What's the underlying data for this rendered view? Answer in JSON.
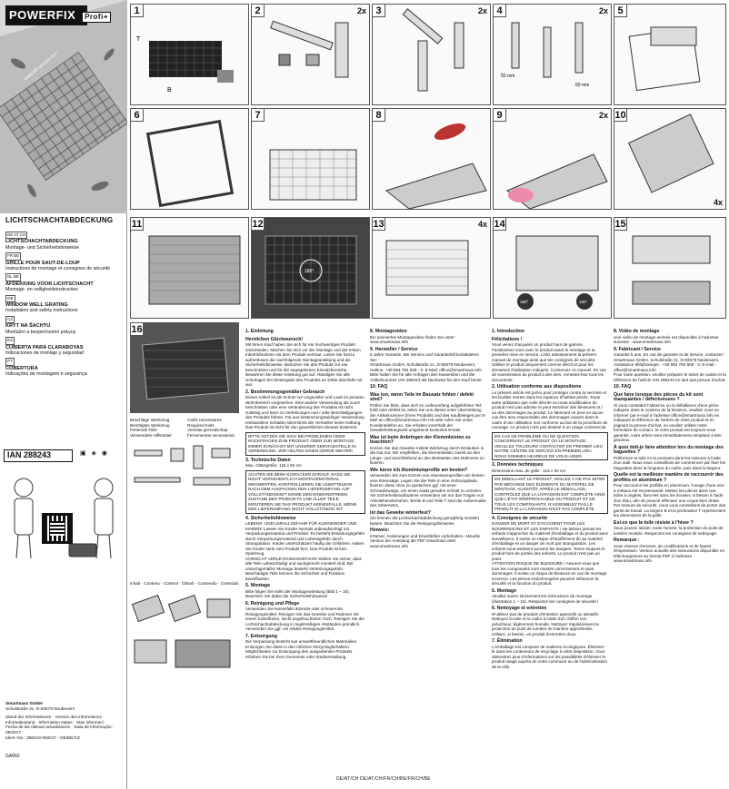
{
  "brand": {
    "name": "POWERFIX",
    "sub": "Profi+",
    "site": "www.lidl-service.com"
  },
  "cover": {
    "title": "LICHTSCHACHTABDECKUNG",
    "languages": [
      {
        "flags": "DE AT CH",
        "title": "LICHTSCHACHTABDECKUNG",
        "sub": "Montage- und Sicherheitshinweise"
      },
      {
        "flags": "FR BE",
        "title": "GRILLE POUR SAUT-DE-LOUP",
        "sub": "Instructions de montage et consignes de sécurité"
      },
      {
        "flags": "NL BE",
        "title": "AFDEKKING VOOR LICHTSCHACHT",
        "sub": "Montage- en veiligheidsinstructies"
      },
      {
        "flags": "GB",
        "title": "WINDOW WELL GRATING",
        "sub": "Installation and safety instructions"
      },
      {
        "flags": "CZ",
        "title": "KRYT NA ŠACHTU",
        "sub": "Montážní a bezpečnostní pokyny"
      },
      {
        "flags": "ES",
        "title": "CUBIERTA PARA CLARABOYAS",
        "sub": "Indicaciones de montaje y seguridad"
      },
      {
        "flags": "PT",
        "title": "COBERTURA",
        "sub": "Indicações de montagem e segurança"
      }
    ],
    "ian": "IAN 288243",
    "imprint": {
      "company": "Smartmaxx GmbH",
      "address": "Schulstraße 2c, D-83579 Neubeuern",
      "lines": [
        "Stand der Informationen · Version des informations ·",
        "Informatiestand · Information status · Stav informací ·",
        "Fecha de las últimas actualización · Data de informação:",
        "09/2017",
        "Ident.-No.: 288243-092017 - DE/BE/CZ"
      ],
      "code": "GA660"
    }
  },
  "figures": [
    {
      "num": "1",
      "mult": ""
    },
    {
      "num": "2",
      "mult": "2x"
    },
    {
      "num": "3",
      "mult": "2x"
    },
    {
      "num": "4",
      "mult": "2x"
    },
    {
      "num": "5",
      "mult": ""
    },
    {
      "num": "6",
      "mult": ""
    },
    {
      "num": "7",
      "mult": ""
    },
    {
      "num": "8",
      "mult": ""
    },
    {
      "num": "9",
      "mult": "2x"
    },
    {
      "num": "10",
      "mult": "4x"
    },
    {
      "num": "11",
      "mult": ""
    },
    {
      "num": "12",
      "mult": ""
    },
    {
      "num": "13",
      "mult": "4x"
    },
    {
      "num": "14",
      "mult": ""
    },
    {
      "num": "15",
      "mult": ""
    },
    {
      "num": "16",
      "mult": ""
    }
  ],
  "fig_labels": {
    "rot": "180°",
    "m50": "50 mm",
    "m60": "60 mm"
  },
  "parts_list": {
    "left": [
      "Beschläge Werkzeug",
      "Benötigtes Werkzeug",
      "Fehlende Teile",
      "Verwendete Hilfsmittel"
    ],
    "right": [
      "Outils nécessaires",
      "Required tools",
      "Vereiste gereedschap",
      "Ferramentas necessárias"
    ]
  },
  "parts2": {
    "rows": [
      "Inhalt",
      "Contenu",
      "Content",
      "Obsah",
      "Contenido",
      "Conteúdo"
    ]
  },
  "de": {
    "h1": "1. Einleitung",
    "h1b": "Herzlichen Glückwunsch!",
    "p1": "Mit Ihrem Kauf haben Sie sich für ein hochwertiges Produkt entschieden. Machen Sie sich vor der Montage und der ersten Inbetriebnahme mit dem Produkt vertraut. Lesen Sie hierzu aufmerksam die nachfolgende Montageanleitung und die Sicherheitshinweise. Benutzen Sie das Produkt nur wie beschrieben und für die angegebenen Einsatzbereiche. Bewahren Sie diese Anleitung gut auf. Händigen Sie alle Unterlagen bei Weitergabe des Produkts an Dritte ebenfalls mit aus.",
    "h2": "2. Bestimmungsgemäßer Gebrauch",
    "p2": "Dieser Artikel ist als Schutz vor Ungeziefer und Laub im privaten Wohnbereich vorgesehen. Eine andere Verwendung als zuvor beschrieben oder eine Veränderung des Produkts ist nicht zulässig und kann zu Verletzungen und / oder Beschädigungen des Produkts führen. Für aus bestimmungswidriger Verwendung entstandene Schäden übernimmt der Hersteller keine Haftung. Das Produkt ist nicht für den gewerblichen Einsatz bestimmt.",
    "warn1": "BITTE SETZEN SIE SICH BEI PROBLEMEN ODER RÜCKFRAGEN ZUM PRODUKT ODER ZUR MONTAGE IMMER ZUNÄCHST MIT UNSERER SERVICESTELLE IN VERBINDUNG. WIR HELFEN IHNEN GERNE WEITER!",
    "h3": "3. Technische Daten",
    "p3": "Max. Gittergröße: 115 x 50 cm",
    "warn2": "ACHTEN SIE BEIM AUSPACKEN DARAUF, DASS SIE NICHT VERSEHENTLICH MONTAGEMATERIAL WEGWERFEN. KONTROLLIEREN SIE UNMITTELBAR NACH DEM AUSPACKEN DEN LIEFERUMFANG AUF VOLLSTÄNDIGKEIT SOWIE DEN EINWANDFREIEN ZUSTAND DES PRODUKTS UND ALLER TEILE. MONTIEREN SIE DAS PRODUKT KEINESFALLS, WENN DER LIEFERUMFANG NICHT VOLLSTÄNDIG IST.",
    "h4": "4. Sicherheitshinweise",
    "p4": "LEBENS- UND UNFALLGEFAHR FÜR KLEINKINDER UND KINDER! Lassen Sie Kinder niemals unbeaufsichtigt mit Verpackungsmaterial und Produkt. Es besteht Erstickungsgefahr durch Verpackungsmaterial und Lebensgefahr durch Strangulation. Kinder unterschätzen häufig die Gefahren. Halten Sie Kinder stets vom Produkt fern. Das Produkt ist kein Spielzeug.",
    "p4b": "VORSICHT VERLETZUNGSGEFAHR! Stellen Sie sicher, dass alle Teile unbeschädigt und sachgerecht montiert sind. Bei unsachgemäßer Montage besteht Verletzungsgefahr. Beschädigte Teile können die Sicherheit und Funktion beeinflussen.",
    "h5": "5. Montage",
    "p5": "Bitte folgen Sie strikt der Montageanleitung (Bild 1 – 16). Beachten Sie dabei die Sicherheitshinweise!",
    "h6": "6. Reinigung und Pflege",
    "p6": "Verwenden Sie keinesfalls ätzende oder scheuernde Reinigungsmittel. Reinigen Sie das Gewebe und Rahmen mit einem fusselfreien, leicht angefeuchteten Tuch. Reinigen Sie die Lichtschachtabdeckung in regelmäßigen Abständen gründlich. Verwenden Sie ggf. ein mildes Reinigungsmittel.",
    "h7": "7. Entsorgung",
    "p7": "Die Verpackung besteht aus umweltfreundlichen Materialien. Entsorgen Sie diese in den örtlichen Recyclingbehältern. Möglichkeiten zur Entsorgung des ausgedienten Produkts erfahren Sie bei Ihrer Gemeinde oder Stadtverwaltung.",
    "h8": "8. Montagevideo",
    "p8": "Ein animiertes Montagevideo finden Sie unter: www.smartmaxx.info",
    "h9": "9. Hersteller / Service",
    "p9": "5 Jahre Garantie. Bei Service und Garantiefall kontaktieren Sie:",
    "p9b": "Smartmaxx GmbH, Schulstraße 2c, D-83579 Neubeuern, Hotline: +49 894 784 506 - 0, E-Mail: office@smartmaxx.info",
    "p9c": "Bitte halten Sie für alle Anfragen den Kassenbon und die Artikelnummer IAN 288243 als Nachweis für den Kauf bereit.",
    "h10": "10. FAQ",
    "q1": "Was tun, wenn Teile im Bausatz fehlen / defekt sind?",
    "a1": "Prüfen Sie bitte, dass sich im Lieferumfang aufgeführten Teil fehlt oder defekt ist, teilen Sie uns dieses unter Übermittlung der Artikelnummer (Ihres Produkts und des Kaufbeleges per E-Mail an office@smartmaxx.info mit oder rufen Sie unser Kundentelefon an. Sie erhalten innerhalb der Gewährleistungszeit umgehend kostenlos Ersatz.",
    "q2": "Was ist beim Anbringen der Klemmleisten zu beachten?",
    "a2": "Kürzen Sie das Gewebe mittels Werkzeug durch Einlauben in die Nut nur. Wir empfehlen, die Klemmleisten zuerst an den Längs- und anschließend an den Breitseiten des Rahmens zu fixieren.",
    "q3": "Wie kürze ich Aluminiumprofile am besten?",
    "a3": "Verwenden Sie zum Kürzen von Aluminiumprofilen am besten eine Eisensäge. Legen Sie die Teile in eine Gehrungslade, fixieren diese ohne zu quetschen ggf. mit einer Schraubzwinge, um einen exakt geraden Schnitt zu erzielen. Als Sicherheitsmaßnahme verwenden wir nur das Tragen von Arbeitshandschuhen. Breite B und Teile T sind die Außenmaße des Gitternetzs.",
    "q4": "Ist das Gewebe winterfest?",
    "a4": "Sie können die Lichtschachtabdeckung ganzjährig montiert lassen. Beachten Sie die Reinigungshinweise.",
    "h11": "Hinweis:",
    "p11": "Irrtümer, Änderungen und Druckfehler vorbehalten. Aktuelle Version der Anleitung als PDF Download unter www.smartmaxx.info"
  },
  "fr": {
    "h1": "1. Introduction",
    "h1b": "Félicitations !",
    "p1": "Vous venez d'acquérir un produit haut de gamme. Familiarisez-vous avec le produit avant le montage et la première mise en service. Lisez attentivement la présent manuel de montage ainsi que les consignes de sécurité. Utilisez le produit uniquement comme décrit et pour les domaines d'utilisation indiqués. Conservez ce manuel. En cas de transmission du produit à des tiers, remettez-leur tous les documents.",
    "h2": "2. Utilisation conforme aux dispositions",
    "p2": "Le présent article est prévu pour protéger contre la vermine et les feuilles mortes dans les espaces d'habitat privés. Toute autre utilisation que celle décrite ou toute modification du produit n'est pas admise et peut entraîner des blessures et / ou des dommages au produit. Le fabricant ne peut en aucun cas être tenu responsable des dommages causés dans le cadre d'une utilisation non conforme au but de la procédure de montage. Le produit n'est pas destiné à un usage commercial.",
    "warn1": "EN CAS DE PROBLÈME OU DE QUESTION CONCERNANT LE PRODUIT OU LE MONTAGE, VEUILLEZ TOUJOURS CONTACTER EN PREMIER LIEU NOTRE CENTRE DE SERVICE EN PREMIER LIEU. NOUS SOMMES HEUREUX DE VOUS AIDER.",
    "h3": "3. Données techniques",
    "p3": "Dimensions max. de grille : 115 x 50 cm",
    "warn2": "EN DÉBALLANT LE PRODUIT, VEILLEZ À NE PAS JETER PAR MÉGARDE DES ÉLÉMENTS DU MATÉRIEL DE MONTAGE. AUSSITÔT APRÈS LE DÉBALLAGE, CONTRÔLEZ QUE LA LIVRAISON EST COMPLÈTE AINSI QUE L'ÉTAT IRRÉPROCHABLE DU PRODUIT ET DE TOUS LES COMPOSANTS. N'ASSEMBLEZ PAS LE PRODUIT SI LA LIVRAISON N'EST PAS COMPLÈTE.",
    "h4": "4. Consignes de sécurité",
    "p4": "DANGER DE MORT ET D'ACCIDENT POUR LES NOURRISSONS ET LES ENFANTS ! Ne laissez jamais les enfants s'approcher du matériel d'emballage et du produit sans surveillance. Il existe un risque d'étouffement dû au matériel d'emballage et un danger de mort par strangulation. Les enfants sous-estiment souvent les dangers. Tenez toujours le produit hors de portée des enfants. Le produit n'est pas un jouet.",
    "p4b": "ATTENTION RISQUE DE BLESSURE ! Assurez-vous que tous les composants sont montés correctement et sans dommages. Il existe un risque de blessure en cas de montage incorrect. Les pièces endommagées peuvent influencer la sécurité et la fonction du produit.",
    "h5": "5. Montage",
    "p5": "Veuillez suivre strictement les instructions de montage (illustration 1 – 16). Respectez les consignes de sécurité !",
    "h6": "6. Nettoyage et entretien",
    "p6": "N'utilisez pas de produits d'entretien agressifs ou abrasifs. Nettoyez la toile et le cadre à l'aide d'un chiffon non pelucheux, légèrement humide. Nettoyez régulièrement la protection du puits de lumière de manière approfondie. Utilisez, si besoin, un produit d'entretien doux.",
    "h7": "7. Élimination",
    "p7": "L'emballage est composé de matières écologiques. Éliminez-le dans les conteneurs de recyclage à votre disposition. Vous obtiendrez plus d'informations sur les possibilités d'éliminer le produit usagé auprès de votre commune ou de l'administration de la ville.",
    "h8": "8. Vidéo de montage",
    "p8": "Une vidéo de montage animée est disponible à l'adresse suivante : www.smartmaxx.info",
    "h9": "9. Fabricant / Service",
    "p9": "Garantie 5 ans. En cas de garantie et de service, contactez :",
    "p9b": "Smartmaxx GmbH, Schulstraße 2c, D-83579 Neubeuern, Assistance téléphonique : +49 894 784 506 - 0, E-mail : office@smartmaxx.info",
    "p9c": "Pour toute question, veuillez préparer le ticket de caisse et la référence de l'article IAN 288243 en tant que preuve d'achat.",
    "h10": "10. FAQ",
    "q1": "Que faire lorsque des pièces du kit sont manquantes / défectueuses ?",
    "a1": "Si vous constatez l'absence ou la défaillance d'une pièce indiquée dans le contenu de la livraison, veuillez nous en informer par e-mail à l'adresse office@smartmaxx.info en indiquant la référence de l'article de votre produit et en joignant la preuve d'achat, ou veuillez utiliser notre formulaire de contact. Si votre produit est toujours sous garantie, votre article sera immédiatement remplacé à titre gracieux.",
    "q2": "À quoi doit-je faire attention lors du montage des baguettes ?",
    "a2": "Préformez la toile en la pressant dans les rainures à l'aide d'un outil. Nous vous conseillons de commencer par fixer les baguettes dans la longueur du cadre, puis dans la largeur.",
    "q3": "Quelle est la meilleure manière de raccourcir des profilés en aluminium ?",
    "a3": "Pour raccourcir les profilés en aluminium, l'usage d'une scie à métaux est recommandé. Mettez les pièces dans une boîte à onglets, fixez-les sans les écraser, si besoin à l'aide d'un étau, afin de pouvoir effectuer une coupe bien droite. Par mesure de sécurité, nous vous conseillons de porter des gants de travail. La largeur B et la profondeur T représentent les dimensions de la grille.",
    "q4": "Est-ce que la toile résiste à l'hiver ?",
    "a4": "Vous pouvez laisser, toute l'année, la protection du puits de lumière montée. Respectez les consignes de nettoyage.",
    "h11": "Remarque :",
    "p11": "Sous réserve d'erreurs, de modifications et de fautes d'impression. Version actuelle des instructions disponible en téléchargement au format PDF à l'adresse www.smartmaxx.info"
  },
  "footer": "DE/AT/CH  DE/AT/CH/FR/CH/BE/FR/CH/BE"
}
